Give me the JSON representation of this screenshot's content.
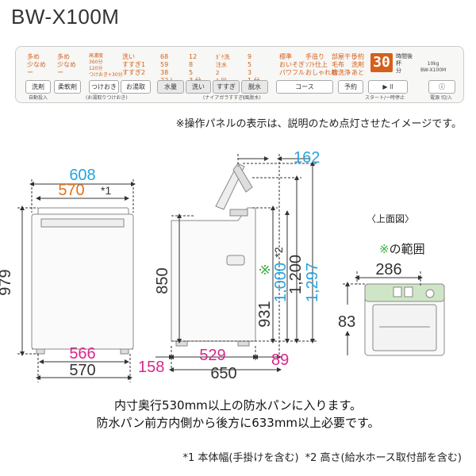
{
  "model_title": "BW-X100M",
  "panel": {
    "groups": [
      {
        "lines": [
          "多め",
          "少なめ",
          "ー"
        ]
      },
      {
        "lines": [
          "多め",
          "少なめ",
          "ー"
        ]
      },
      {
        "lines": [
          "高濃度",
          "360分",
          "120分",
          "つけおき+30分"
        ]
      },
      {
        "lines": [
          "洗い",
          "すすぎ1",
          "すすぎ2"
        ]
      },
      {
        "lines": [
          "68",
          "59",
          "38",
          "22 L"
        ]
      },
      {
        "lines": [
          "12",
          "8",
          "5",
          "3 分"
        ]
      },
      {
        "lines": [
          "ｶﾞｹ洗",
          "注水",
          "2",
          "1 回"
        ]
      },
      {
        "lines": [
          "9",
          "5",
          "3",
          "1 分"
        ]
      },
      {
        "lines": [
          "標準",
          "おいそぎ",
          "パワフル"
        ]
      },
      {
        "lines": [
          "手造り",
          "ｿﾌﾄ仕上",
          "おしゃれ着"
        ]
      },
      {
        "lines": [
          "部屋干し",
          "毛布",
          "槽洗浄"
        ]
      },
      {
        "lines": [
          "予約",
          "洗剤",
          "あと"
        ]
      }
    ],
    "display_value": "30",
    "display_units": [
      "時間後",
      "杯",
      "分"
    ],
    "buttons": [
      {
        "label": "洗剤",
        "sub": "自動投入"
      },
      {
        "label": "柔軟剤",
        "sub": ""
      },
      {
        "label": "つけおき",
        "sub": "(お湯取りつけおき)"
      },
      {
        "label": "お湯取",
        "sub": ""
      },
      {
        "label": "水量",
        "sub": ""
      },
      {
        "label": "洗い",
        "sub": ""
      },
      {
        "label": "すすぎ",
        "sub": "(ナイアガラすすぎ)"
      },
      {
        "label": "脱水",
        "sub": "(風脱水)"
      },
      {
        "label": "コース",
        "sub": ""
      },
      {
        "label": "予約",
        "sub": ""
      },
      {
        "label": "▶ ll",
        "sub": "スタート/一時停止"
      },
      {
        "label": "ⓘ",
        "sub": "電源 切/入"
      }
    ],
    "model_small": [
      "10kg",
      "BW-X100M"
    ]
  },
  "panel_note": "※操作パネルの表示は、説明のため点灯させたイメージです。",
  "dimensions": {
    "front_width_total": "608",
    "front_width_body": "570",
    "front_width_note": "*1",
    "front_height": "979",
    "front_bottom_inner": "566",
    "front_bottom_outer": "570",
    "side_height_body": "850",
    "side_height_hose": "931",
    "side_height_hose_mark": "※",
    "side_height_hose_note": "*2",
    "side_height_lid_open": "1,000",
    "side_height_1200": "1,200",
    "side_height_1297": "1,297",
    "side_top_162": "162",
    "side_bottom_158": "158",
    "side_bottom_529": "529",
    "side_bottom_89": "89",
    "side_bottom_650": "650",
    "top_286": "286",
    "top_83": "83"
  },
  "top_view_label": "〈上面図〉",
  "range_label": {
    "mark": "※",
    "text": "の範囲"
  },
  "notes": [
    "内寸奥行530mm以上の防水パンに入ります。",
    "防水パン前方内側から後方に633mm以上必要です。"
  ],
  "footnotes": [
    "*1 本体幅(手掛けを含む)",
    "*2 高さ(給水ホース取付部を含む)"
  ],
  "colors": {
    "orange": "#e0731e",
    "blue": "#27a3df",
    "pink": "#d9288a",
    "green": "#3bb13b",
    "dark": "#333333"
  }
}
